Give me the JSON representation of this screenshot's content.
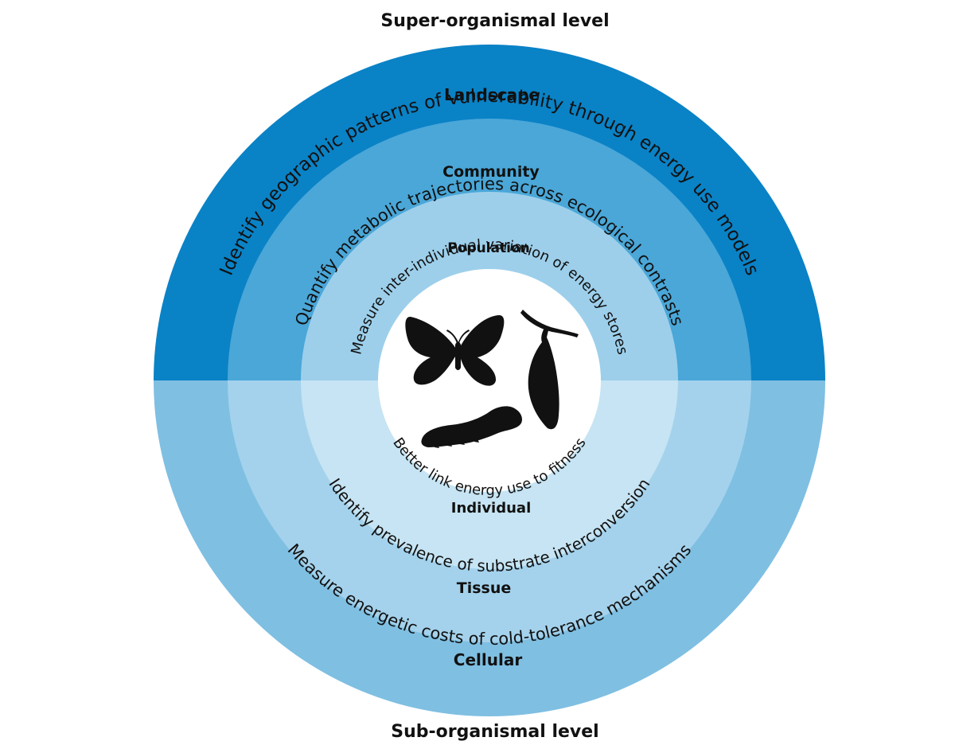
{
  "headings": {
    "top": "Super-organismal level",
    "bottom": "Sub-organismal level"
  },
  "upper_rings": [
    {
      "level": "Landscape",
      "goal": "Identify geographic patterns of vulnerability through energy use models"
    },
    {
      "level": "Community",
      "goal": "Quantify metabolic trajectories across ecological contrasts"
    },
    {
      "level": "Population",
      "goal": "Measure inter-individual variation of energy stores"
    }
  ],
  "lower_rings": [
    {
      "level": "Individual",
      "goal": "Better link energy use to fitness"
    },
    {
      "level": "Tissue",
      "goal": "Identify prevalence of substrate interconversion"
    },
    {
      "level": "Cellular",
      "goal": "Measure energetic costs of cold-tolerance mechanisms"
    }
  ],
  "center_icons": [
    "butterfly-icon",
    "chrysalis-icon",
    "caterpillar-icon"
  ],
  "colors": {
    "upper_outer": "#0a82c6",
    "upper_middle": "#4aa7d8",
    "upper_inner": "#9dcfeb",
    "lower_outer": "#7fbfe2",
    "lower_middle": "#a4d2ec",
    "lower_inner": "#c6e4f3",
    "center": "#ffffff",
    "ink": "#111111"
  }
}
